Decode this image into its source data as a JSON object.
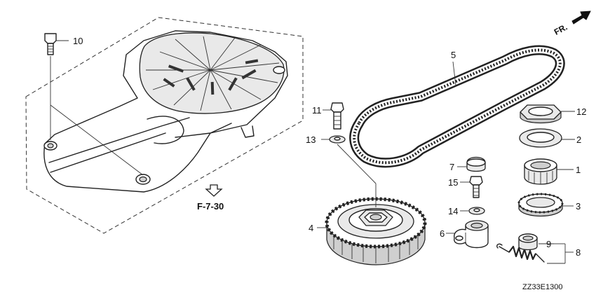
{
  "diagram": {
    "direction_label": "FR.",
    "reference_label": "F-7-30",
    "drawing_code": "ZZ33E1300",
    "callouts": {
      "c1": "1",
      "c2": "2",
      "c3": "3",
      "c4": "4",
      "c5": "5",
      "c6": "6",
      "c7": "7",
      "c8": "8",
      "c9": "9",
      "c10": "10",
      "c11": "11",
      "c12": "12",
      "c13": "13",
      "c14": "14",
      "c15": "15"
    },
    "icons": {
      "direction": "arrow-icon",
      "reference": "down-arrow-icon"
    }
  }
}
